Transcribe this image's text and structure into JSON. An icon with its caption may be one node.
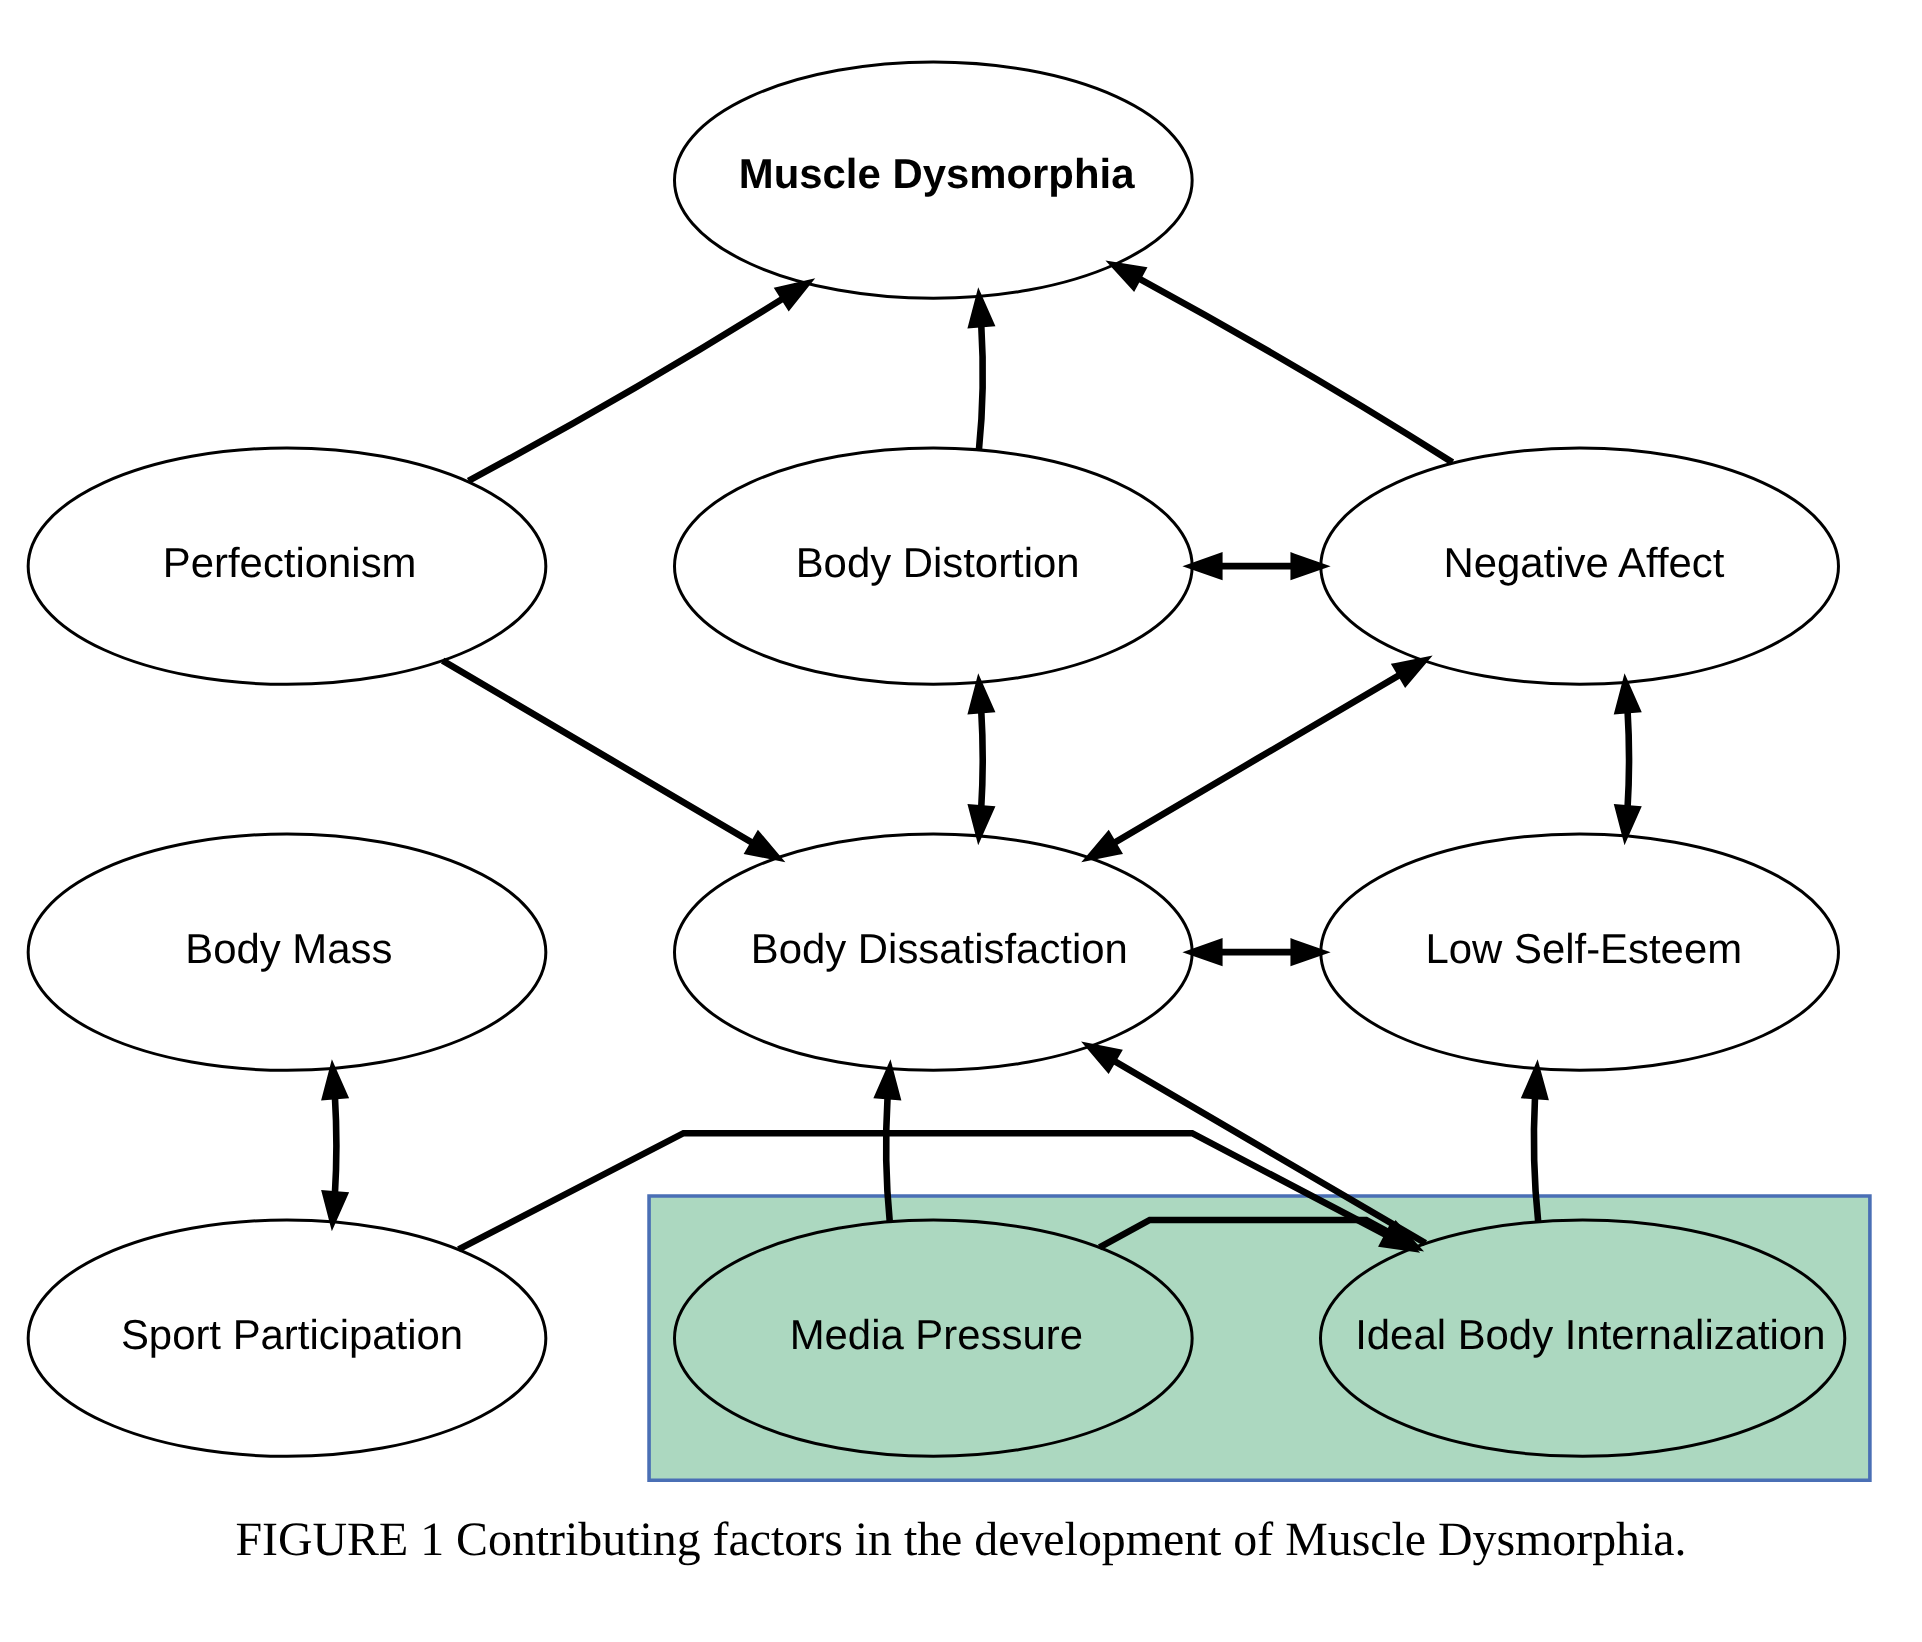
{
  "diagram": {
    "caption": "FIGURE 1 Contributing factors in the development of Muscle Dysmorphia.",
    "nodes": [
      {
        "text": [
          "Muscle Dysmorphia"
        ]
      },
      {
        "text": [
          "Perfectionism"
        ]
      },
      {
        "text": [
          "Body Distortion"
        ]
      },
      {
        "text": [
          "Negative Affect"
        ]
      },
      {
        "text": [
          "Body Mass"
        ]
      },
      {
        "text": [
          "Body Dissatisfaction"
        ]
      },
      {
        "text": [
          "Low Self-Esteem"
        ]
      },
      {
        "text": [
          "Sport Participation"
        ]
      },
      {
        "text": [],
        "shape": "box"
      },
      {
        "text": [
          "Media Pressure"
        ],
        "in": 8
      },
      {
        "text": [
          "Ideal Body Internalization"
        ],
        "in": 8
      }
    ],
    "edges": [
      {
        "from": 1,
        "to": 0,
        "arrow": "to"
      },
      {
        "from": 2,
        "to": 0,
        "arrow": "to"
      },
      {
        "from": 3,
        "to": 0,
        "arrow": "to"
      },
      {
        "from": 2,
        "to": 3,
        "arrow": "both"
      },
      {
        "from": 2,
        "to": 5,
        "arrow": "both"
      },
      {
        "from": 1,
        "to": 5,
        "arrow": "to"
      },
      {
        "from": 5,
        "to": 3,
        "arrow": "both"
      },
      {
        "from": 3,
        "to": 6,
        "arrow": "both"
      },
      {
        "from": 5,
        "to": 6,
        "arrow": "both"
      },
      {
        "from": 4,
        "to": 7,
        "arrow": "both"
      },
      {
        "from": 9,
        "to": 5,
        "arrow": "to"
      },
      {
        "from": 10,
        "to": 5,
        "arrow": "to"
      },
      {
        "from": 10,
        "to": 6,
        "arrow": "to"
      },
      {
        "from": 9,
        "to": 10,
        "arrow": "to"
      },
      {
        "from": 7,
        "to": 10,
        "arrow": "to"
      }
    ]
  }
}
